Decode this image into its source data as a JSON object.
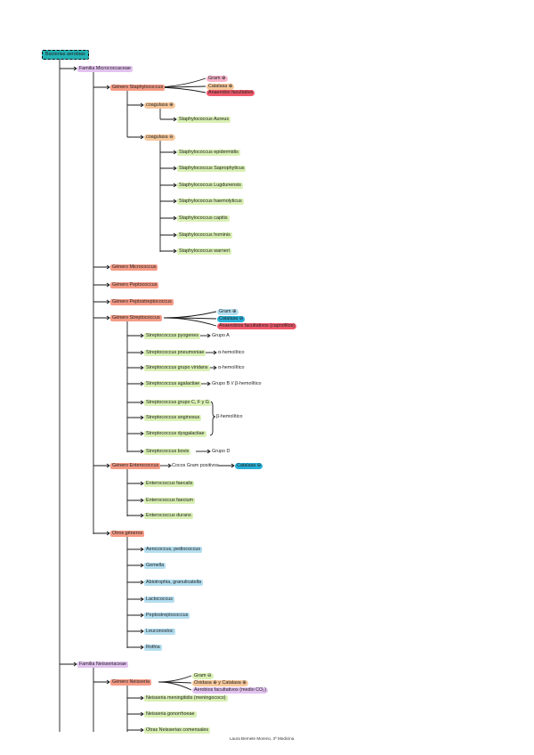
{
  "colors": {
    "root": "#24b3b5",
    "purple": "#e3c3f0",
    "salmon": "#f59b86",
    "green": "#d9f0b4",
    "blue": "#b3def0",
    "orange": "#f7c89b",
    "pink": "#f6b3c8",
    "red": "#ef5a6b",
    "cyan": "#28b0d8",
    "line": "#1a1a1a"
  },
  "nodes": {
    "root": "Bacterias aerobias",
    "familia_micrococcaceae": "Familia Micrococcaceae",
    "genero_staphylococcus": "Género Staphylococcus",
    "coag_positivo": "coagulasa ⊕",
    "coag_negativo": "coagulasa ⊖",
    "s_aureus": "Staphylococcus Aureus",
    "s_epidermidis": "Staphylococcus epidermidis",
    "s_saprophyticus": "Staphylococcus Saprophyticus",
    "s_lugdunensis": "Staphylococcus Lugdunensis",
    "s_haemolyticus": "Staphylococcus haemolyticus",
    "s_capitis": "Staphylococcus capitis",
    "s_hominis": "Staphylococcus hominis",
    "s_warneri": "Staphylococcus warneri",
    "staph_tag_gram": "Gram ⊕",
    "staph_tag_catalasa": "Catalasa ⊕",
    "staph_tag_anaerobio": "Anaerobio facultativo",
    "genero_micrococcus": "Género Micrococcus",
    "genero_peptococcus": "Género Peptococcus",
    "genero_peptostreptococcus": "Género Peptostreptococcus",
    "genero_streptococcus": "Género Streptococcus",
    "strep_tag_gram": "Gram ⊕",
    "strep_tag_catalasa": "Catalasa ⊖",
    "strep_tag_anaerobio": "Anaerobios facultativos (capnófilos)",
    "s_pyogenes": "Streptococcus pyogenes",
    "s_pyogenes_note": "Grupo A",
    "s_pneumoniae": "Streptococcus pneumoniae",
    "s_pneumoniae_note": "α-hemolítico",
    "s_viridans": "Streptococcus grupo viridans",
    "s_viridans_note": "α-hemolítico",
    "s_agalactiae": "Streptococcus agalactiae",
    "s_agalactiae_note": "Grupo B // β-hemolítico",
    "strep_grupo_cfg": "Streptococcus grupo C, F y G",
    "s_anginosus": "Streptococcus anginosus",
    "s_dysgalactiae": "Streptococcus dysgalactiae",
    "brace_note": "β-hemolítico",
    "s_bovis": "Streptococcus bovis",
    "s_bovis_note": "Grupo D",
    "genero_enterococcus": "Género Enterococcus",
    "enterococcus_note": "Cocos Gram positivos",
    "enterococcus_tag": "Catalasa ⊖",
    "e_faecalis": "Enterococcus faecalis",
    "e_faecium": "Enterococcus faecium",
    "e_durans": "Enterococcus durans",
    "otros_generos": "Otros géneros",
    "otros_1": "Aerococcus, pediococcus",
    "otros_2": "Gemella",
    "otros_3": "Abiotrophia, granulicatella",
    "otros_4": "Lactococcus",
    "otros_5": "Peptostreptococcus",
    "otros_6": "Leuconostoc",
    "otros_7": "Rothia",
    "familia_neisseriaceae": "Familia Neisseriaceae",
    "genero_neisseria": "Género Neisseria",
    "neis_tag_gram": "Gram ⊖",
    "neis_tag_oxidasa": "Oxidasa ⊕ y Catalasa ⊕",
    "neis_tag_aerobios": "Aerobios facultativos (medio CO₂)",
    "n_meningitidis": "Neisseria meningitidis (meningococo)",
    "n_gonorrhoeae": "Neisseria gonorrhoeae",
    "neis_otras": "Otras Neisserias comensales"
  },
  "footer": "Laura Bernete Moreno, 3º Medicina"
}
